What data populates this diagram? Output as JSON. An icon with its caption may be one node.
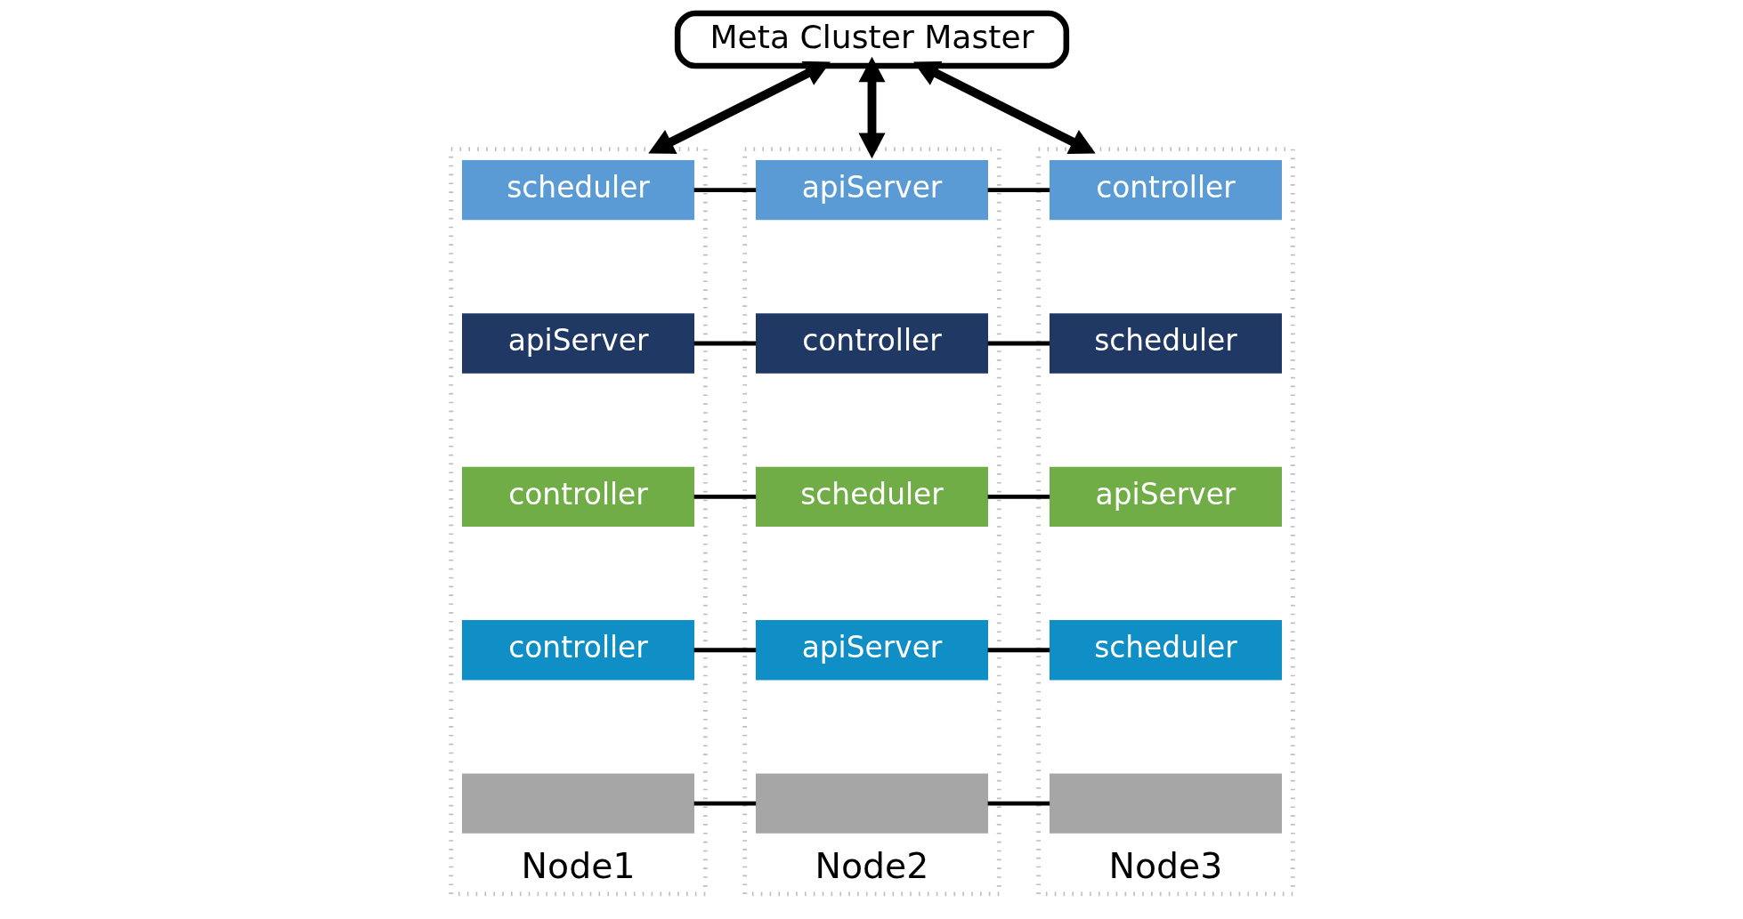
{
  "diagram": {
    "nodes": [
      {
        "text": [
          "Meta Cluster Master"
        ]
      },
      {
        "text": [
          "Node1"
        ]
      },
      {
        "text": [
          "scheduler"
        ],
        "in": 1
      },
      {
        "text": [
          "apiServer"
        ],
        "in": 1
      },
      {
        "text": [
          "controller"
        ],
        "in": 1
      },
      {
        "text": [
          "controller"
        ],
        "in": 1
      },
      {
        "text": [],
        "shape": "box",
        "in": 1
      },
      {
        "text": [
          "Node2"
        ]
      },
      {
        "text": [
          "apiServer"
        ],
        "in": 7
      },
      {
        "text": [
          "controller"
        ],
        "in": 7
      },
      {
        "text": [
          "scheduler"
        ],
        "in": 7
      },
      {
        "text": [
          "apiServer"
        ],
        "in": 7
      },
      {
        "text": [],
        "shape": "box",
        "in": 7
      },
      {
        "text": [
          "Node3"
        ]
      },
      {
        "text": [
          "controller"
        ],
        "in": 13
      },
      {
        "text": [
          "scheduler"
        ],
        "in": 13
      },
      {
        "text": [
          "apiServer"
        ],
        "in": 13
      },
      {
        "text": [
          "scheduler"
        ],
        "in": 13
      },
      {
        "text": [],
        "shape": "box",
        "in": 13
      }
    ],
    "edges": [
      {
        "from": 0,
        "to": 1,
        "arrow": "both",
        "style": "thick"
      },
      {
        "from": 0,
        "to": 7,
        "arrow": "both",
        "style": "thick"
      },
      {
        "from": 0,
        "to": 13,
        "arrow": "both",
        "style": "thick"
      },
      {
        "from": 2,
        "to": 8,
        "arrow": "none"
      },
      {
        "from": 8,
        "to": 14,
        "arrow": "none"
      },
      {
        "from": 3,
        "to": 9,
        "arrow": "none"
      },
      {
        "from": 9,
        "to": 15,
        "arrow": "none"
      },
      {
        "from": 4,
        "to": 10,
        "arrow": "none"
      },
      {
        "from": 10,
        "to": 16,
        "arrow": "none"
      },
      {
        "from": 5,
        "to": 11,
        "arrow": "none"
      },
      {
        "from": 11,
        "to": 17,
        "arrow": "none"
      },
      {
        "from": 6,
        "to": 12,
        "arrow": "none"
      },
      {
        "from": 12,
        "to": 18,
        "arrow": "none"
      }
    ]
  }
}
